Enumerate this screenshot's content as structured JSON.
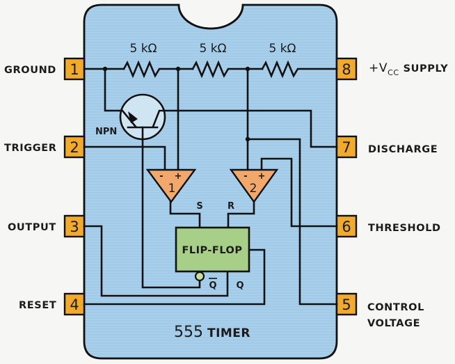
{
  "title": "555 TIMER",
  "title_parts": {
    "number": "555",
    "word": "TIMER"
  },
  "colors": {
    "chip_body": "#a9d0ea",
    "pin": "#f2aa2a",
    "comparator": "#f2a86a",
    "flip_flop": "#a8cf87",
    "transistor": "#cfe6f2",
    "wire": "#111111"
  },
  "pins": [
    {
      "number": "1",
      "label": "GROUND",
      "side": "left"
    },
    {
      "number": "2",
      "label": "TRIGGER",
      "side": "left"
    },
    {
      "number": "3",
      "label": "OUTPUT",
      "side": "left"
    },
    {
      "number": "4",
      "label": "RESET",
      "side": "left"
    },
    {
      "number": "8",
      "label_prefix": "+V",
      "label_sub": "CC",
      "label_suffix": "SUPPLY",
      "side": "right"
    },
    {
      "number": "7",
      "label": "DISCHARGE",
      "side": "right"
    },
    {
      "number": "6",
      "label": "THRESHOLD",
      "side": "right"
    },
    {
      "number": "5",
      "label_line1": "CONTROL",
      "label_line2": "VOLTAGE",
      "side": "right"
    }
  ],
  "resistors": [
    {
      "label": "5 kΩ"
    },
    {
      "label": "5 kΩ"
    },
    {
      "label": "5 kΩ"
    }
  ],
  "transistor": {
    "label": "NPN"
  },
  "comparators": [
    {
      "number": "1",
      "minus": "-",
      "plus": "+",
      "output_label": "S"
    },
    {
      "number": "2",
      "minus": "-",
      "plus": "+",
      "output_label": "R"
    }
  ],
  "flip_flop": {
    "label": "FLIP-FLOP",
    "q_bar": "Q",
    "q": "Q"
  }
}
